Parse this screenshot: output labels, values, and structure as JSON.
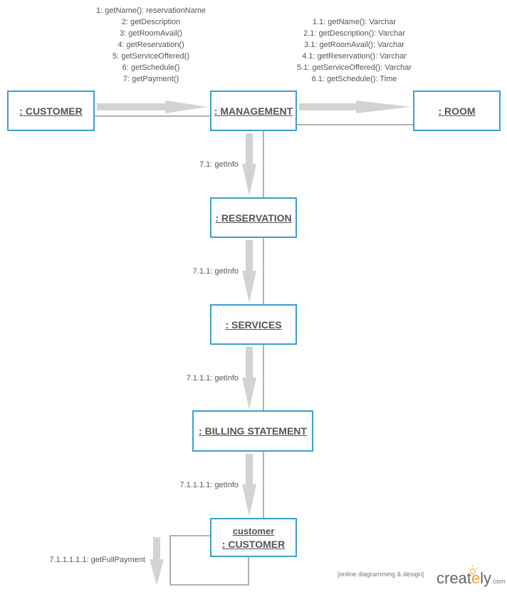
{
  "objects": {
    "customer": ": CUSTOMER",
    "management": ": MANAGEMENT",
    "room": ": ROOM",
    "reservation": ": RESERVATION",
    "services": ": SERVICES",
    "billing": ": BILLING STATEMENT",
    "final_customer_name": "customer",
    "final_customer_class": ": CUSTOMER"
  },
  "customer_to_management": [
    "1: getName(): reservationName",
    "2: getDescription",
    "3: getRoomAvail()",
    "4: getReservation()",
    "5: getServiceOffered()",
    "6: getSchedule()",
    "7: getPayment()"
  ],
  "management_to_room": [
    "1.1: getName(): Varchar",
    "2.1: getDescription(): Varchar",
    "3.1: getRoomAvail(): Varchar",
    "4.1: getReservation(): Varchar",
    "5.1: getServiceOffered(): Varchar",
    "6.1: getSchedule(): Time"
  ],
  "vertical_messages": {
    "to_reservation": "7.1: getInfo",
    "to_services": "7.1.1: getInfo",
    "to_billing": "7.1.1.1: getInfo",
    "to_customer": "7.1.1.1.1: getInfo",
    "self_loop": "7.1.1.1.1.1: getFullPayment"
  },
  "footer": {
    "tagline": "[online diagramming & design]",
    "brand_main": "creat",
    "brand_accent": "e",
    "brand_tail": "ly",
    "brand_domain": ".com"
  },
  "colors": {
    "box_border": "#3b9fd1",
    "arrow_fill": "#d3d3d3",
    "line": "#999999",
    "text": "#555555"
  }
}
